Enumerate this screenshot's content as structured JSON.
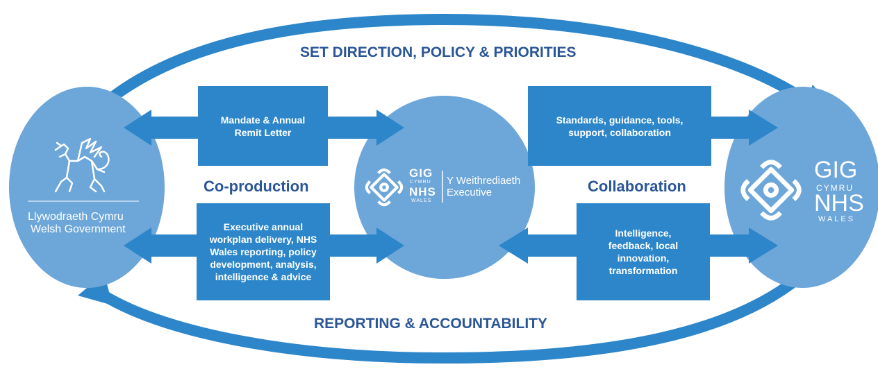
{
  "colors": {
    "dark_blue": "#2c86c9",
    "circle_blue": "#6da6d9",
    "heading_navy": "#2a5697",
    "white": "#ffffff"
  },
  "headings": {
    "top": "SET DIRECTION, POLICY & PRIORITIES",
    "bottom": "REPORTING & ACCOUNTABILITY",
    "left_middle": "Co-production",
    "right_middle": "Collaboration"
  },
  "boxes": {
    "mandate": "Mandate & Annual Remit Letter",
    "standards": "Standards, guidance, tools, support, collaboration",
    "executive": "Executive annual workplan delivery, NHS Wales reporting, policy development, analysis, intelligence & advice",
    "intelligence": "Intelligence, feedback, local innovation, transformation"
  },
  "welsh_government": {
    "line1": "Llywodraeth Cymru",
    "line2": "Welsh Government",
    "icon": "welsh-dragon-icon"
  },
  "executive_logo": {
    "gig": "GIG",
    "cymru": "CYMRU",
    "nhs": "NHS",
    "wales": "WALES",
    "welsh_name": "Y Weithrediaeth",
    "english_name": "Executive",
    "icon": "celtic-knot-icon"
  },
  "nhs_wales_logo": {
    "gig": "GIG",
    "cymru": "CYMRU",
    "nhs": "NHS",
    "wales": "WALES",
    "icon": "celtic-knot-icon"
  }
}
